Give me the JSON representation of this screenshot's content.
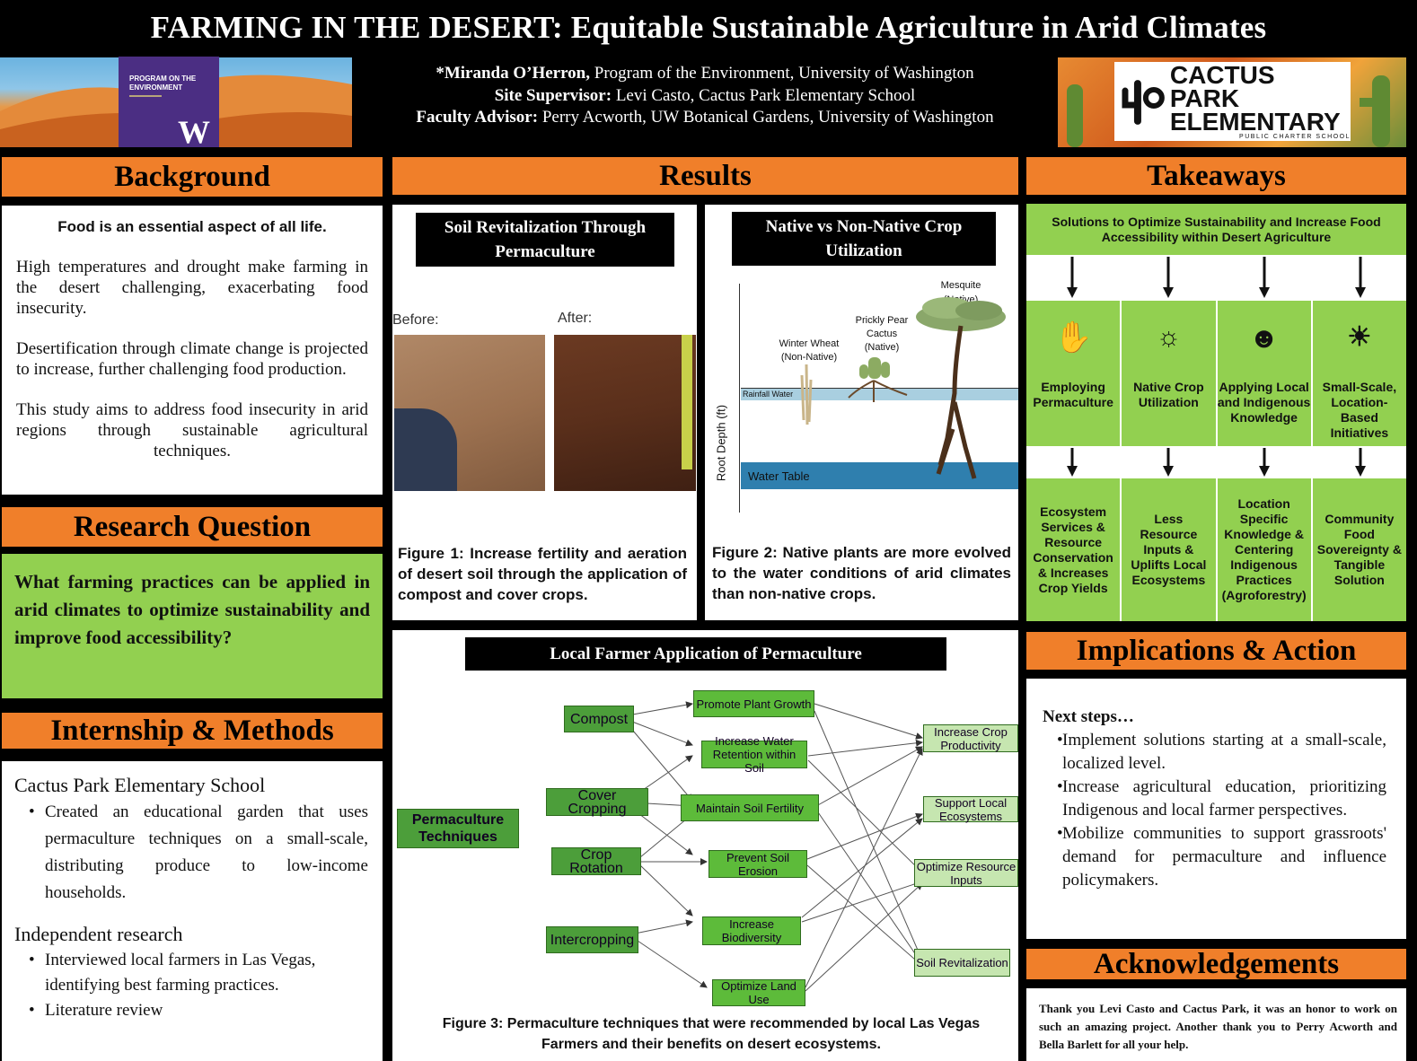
{
  "title": "FARMING IN THE DESERT: Equitable Sustainable Agriculture in Arid Climates",
  "header": {
    "uw_logo_line1": "PROGRAM ON THE",
    "uw_logo_line2": "ENVIRONMENT",
    "uw_logo_mark": "W",
    "author_label": "*Miranda O’Herron,",
    "author_text": " Program of the Environment, University of Washington",
    "site_label": "Site Supervisor:",
    "site_text": " Levi Casto, Cactus Park Elementary School",
    "faculty_label": "Faculty Advisor:",
    "faculty_text": " Perry Acworth, UW Botanical Gardens, University of Washington",
    "cp_logo_line1": "CACTUS PARK",
    "cp_logo_line2": "ELEMENTARY",
    "cp_logo_line3": "PUBLIC CHARTER SCHOOL"
  },
  "background": {
    "heading": "Background",
    "lead": "Food is an essential aspect of all life.",
    "p1": "High temperatures and drought make farming in the desert challenging, exacerbating food insecurity.",
    "p2": "Desertification through climate change is projected to increase, further challenging food production.",
    "p3": "This study aims to address food insecurity in arid regions through sustainable agricultural techniques."
  },
  "research": {
    "heading": "Research Question",
    "question": "What farming practices can be applied in arid climates to optimize sustainability and improve food accessibility?"
  },
  "methods": {
    "heading": "Internship & Methods",
    "sub1": "Cactus Park Elementary School",
    "b1": "Created an educational garden that uses permaculture techniques on a small-scale, distributing produce to low-income households.",
    "sub2": "Independent research",
    "b2": "Interviewed local farmers in Las Vegas, identifying best farming practices.",
    "b3": "Literature review"
  },
  "results": {
    "heading": "Results",
    "fig1_title": "Soil Revitalization Through Permaculture",
    "before": "Before:",
    "after": "After:",
    "fig1_caption": "Figure 1: Increase fertility and aeration of desert soil through the application of compost and cover crops.",
    "fig2_title": "Native vs Non-Native Crop Utilization",
    "mesquite": "Mesquite (Native)",
    "prickly": "Prickly Pear Cactus (Native)",
    "wheat": "Winter Wheat (Non-Native)",
    "rainfall": "Rainfall Water",
    "water_table": "Water Table",
    "root_axis": "Root Depth (ft)",
    "fig2_caption": "Figure 2: Native plants are more evolved to the water conditions of arid climates than non-native crops.",
    "fig3_title": "Local Farmer Application of Permaculture",
    "fig3_root": "Permaculture Techniques",
    "techniques": [
      "Compost",
      "Cover Cropping",
      "Crop Rotation",
      "Intercropping"
    ],
    "benefits": [
      "Promote Plant Growth",
      "Increase Water Retention within Soil",
      "Maintain Soil Fertility",
      "Prevent Soil Erosion",
      "Increase Biodiversity",
      "Optimize Land Use"
    ],
    "outcomes": [
      "Increase Crop Productivity",
      "Support Local Ecosystems",
      "Optimize Resource Inputs",
      "Soil Revitalization"
    ],
    "fig3_caption": "Figure 3: Permaculture techniques that were recommended by local Las Vegas Farmers and their benefits on desert ecosystems."
  },
  "takeaways": {
    "heading": "Takeaways",
    "banner": "Solutions to Optimize Sustainability and Increase Food Accessibility within Desert Agriculture",
    "solutions": [
      "Employing Permaculture",
      "Native Crop Utilization",
      "Applying Local and Indigenous Knowledge",
      "Small-Scale, Location-Based Initiatives"
    ],
    "results": [
      "Ecosystem Services & Resource Conservation & Increases Crop Yields",
      "Less Resource Inputs & Uplifts Local Ecosystems",
      "Location Specific Knowledge & Centering Indigenous Practices (Agroforestry)",
      "Community Food Sovereignty & Tangible Solution"
    ]
  },
  "implications": {
    "heading": "Implications & Action",
    "lead": "Next steps…",
    "b1": "Implement solutions starting at a small-scale, localized level.",
    "b2": "Increase agricultural education, prioritizing Indigenous and local farmer perspectives.",
    "b3": "Mobilize communities to support grassroots' demand for permaculture and influence policymakers."
  },
  "acknowledgements": {
    "heading": "Acknowledgements",
    "text": "Thank you Levi Casto and Cactus Park, it was an honor to work on such an amazing project. Another thank you to Perry Acworth and Bella Barlett for all your help."
  }
}
